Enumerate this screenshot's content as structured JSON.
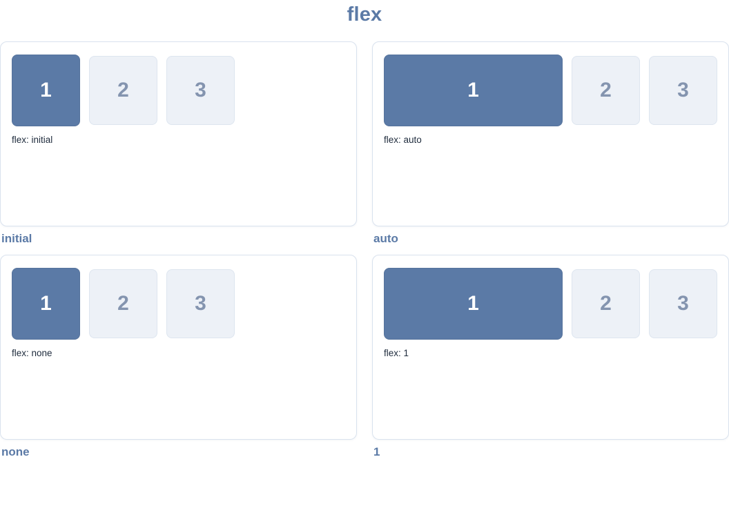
{
  "page": {
    "title": "flex"
  },
  "colors": {
    "accent": "#5b7aa6",
    "primary_box_bg": "#5b7aa6",
    "primary_box_text": "#ffffff",
    "light_box_bg": "#edf1f7",
    "light_box_border": "#dde5ef",
    "light_box_text": "#8494af",
    "card_border": "#d9e2ee",
    "rule_label_text": "#1e2b3c",
    "page_bg": "#ffffff"
  },
  "panels": [
    {
      "caption": "initial",
      "label": "flex: initial",
      "boxes": [
        "1",
        "2",
        "3"
      ]
    },
    {
      "caption": "auto",
      "label": "flex: auto",
      "boxes": [
        "1",
        "2",
        "3"
      ]
    },
    {
      "caption": "none",
      "label": "flex: none",
      "boxes": [
        "1",
        "2",
        "3"
      ]
    },
    {
      "caption": "1",
      "label": "flex: 1",
      "boxes": [
        "1",
        "2",
        "3"
      ]
    }
  ]
}
